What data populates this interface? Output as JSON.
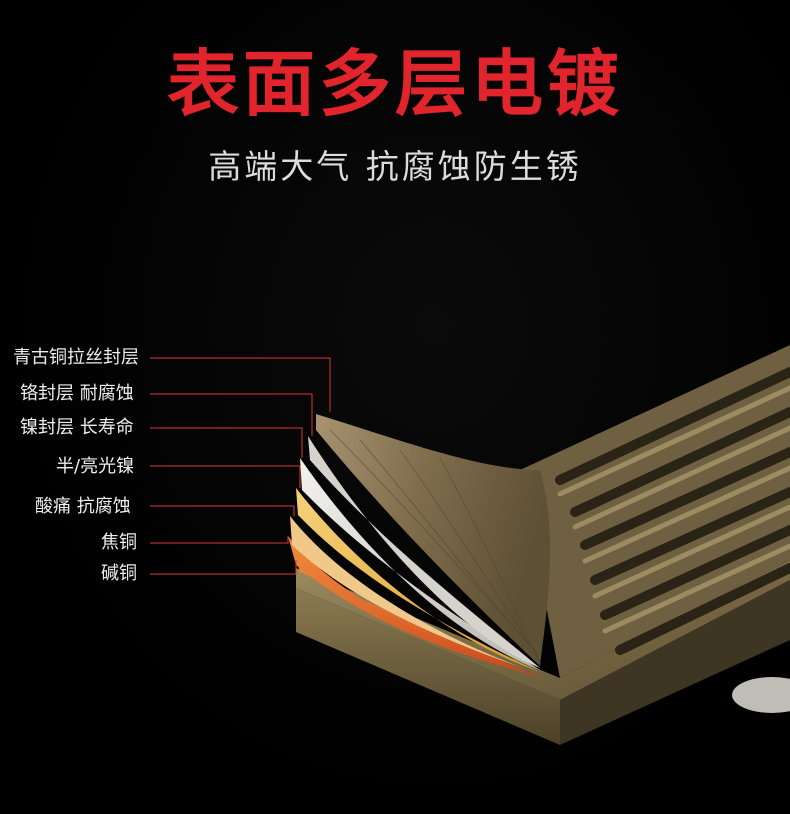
{
  "title": "表面多层电镀",
  "subtitle": "高端大气 抗腐蚀防生锈",
  "layers": [
    {
      "label": "青古铜拉丝封层",
      "color": "#8a7a55"
    },
    {
      "label": "铬封层 耐腐蚀",
      "color": "#cfcfcf"
    },
    {
      "label": "镍封层 长寿命",
      "color": "#e8e6e2"
    },
    {
      "label": "半/亮光镍",
      "color": "#c9c7c3"
    },
    {
      "label": "酸痛 抗腐蚀",
      "color": "#e9b43a"
    },
    {
      "label": "焦铜",
      "color": "#f0c98a"
    },
    {
      "label": "碱铜",
      "color": "#e2582a"
    }
  ],
  "leader_color": "#d63a3a"
}
